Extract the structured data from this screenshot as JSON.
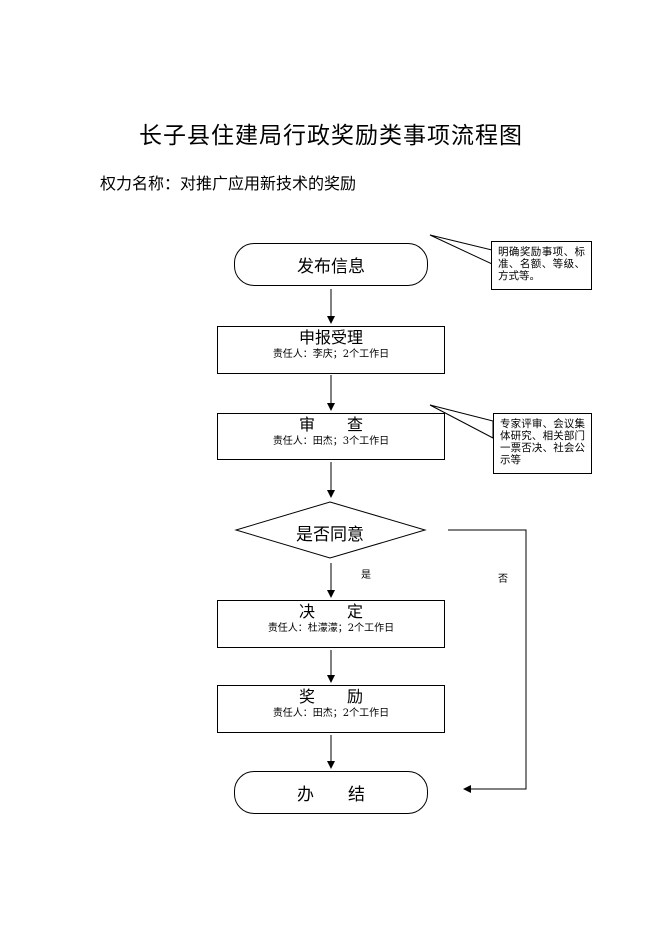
{
  "title": "长子县住建局行政奖励类事项流程图",
  "subtitle": "权力名称：对推广应用新技术的奖励",
  "flow": {
    "start": "发布信息",
    "accept": {
      "label": "申报受理",
      "resp": "责任人：李庆；2个工作日"
    },
    "review": {
      "label": "审　　查",
      "resp": "责任人：田杰；3个工作日"
    },
    "decision": "是否同意",
    "yes": "是",
    "no": "否",
    "decide": {
      "label": "决　　定",
      "resp": "责任人：杜濛濛；2个工作日"
    },
    "reward": {
      "label": "奖　　励",
      "resp": "责任人：田杰；2个工作日"
    },
    "end": "办　　结"
  },
  "notes": {
    "publish": "明确奖励事项、标准、名额、等级、方式等。",
    "review": "专家评审、会议集体研究、相关部门一票否决、社会公示等"
  }
}
